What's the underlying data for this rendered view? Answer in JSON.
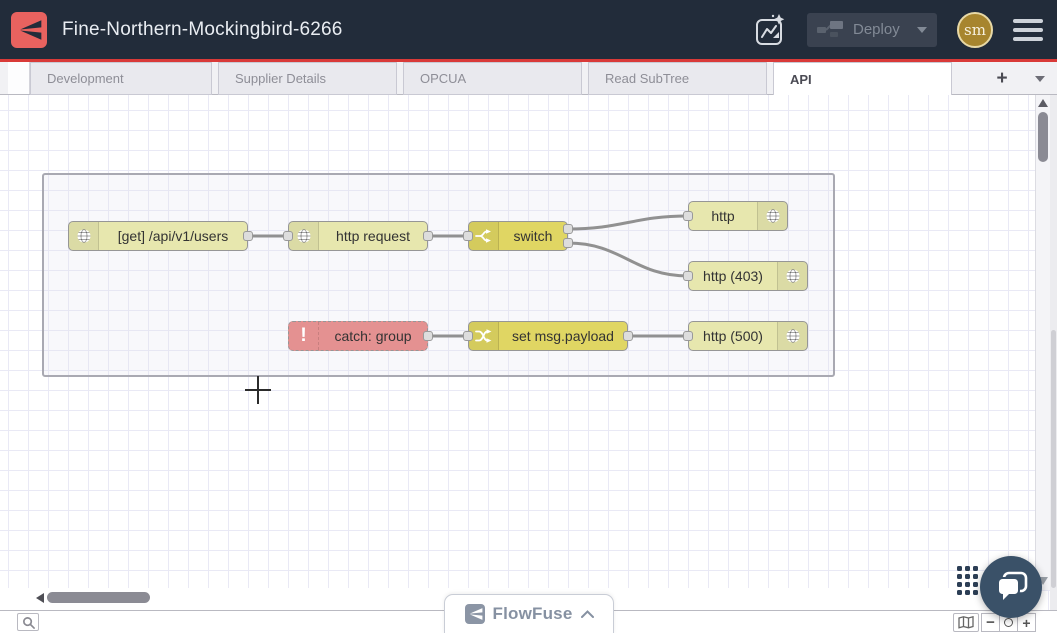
{
  "header": {
    "title": "Fine-Northern-Mockingbird-6266",
    "deploy_label": "Deploy",
    "avatar_initials": "sm"
  },
  "tabs": {
    "items": [
      {
        "label": "Development",
        "active": false
      },
      {
        "label": "Supplier Details",
        "active": false
      },
      {
        "label": "OPCUA",
        "active": false
      },
      {
        "label": "Read SubTree",
        "active": false
      },
      {
        "label": "API",
        "active": true
      }
    ],
    "add_label": "+"
  },
  "flow": {
    "nodes": [
      {
        "type": "http in",
        "label": "[get] /api/v1/users"
      },
      {
        "type": "http request",
        "label": "http request"
      },
      {
        "type": "switch",
        "label": "switch"
      },
      {
        "type": "http response",
        "label": "http"
      },
      {
        "type": "http response",
        "label": "http (403)"
      },
      {
        "type": "catch",
        "label": "catch: group"
      },
      {
        "type": "change",
        "label": "set msg.payload"
      },
      {
        "type": "http response",
        "label": "http (500)"
      }
    ]
  },
  "footer": {
    "brand": "FlowFuse"
  },
  "zoom_controls": {
    "zoom_out": "−",
    "zoom_in": "+"
  },
  "colors": {
    "header_bg": "#222c3a",
    "accent_red_line": "#d93a38",
    "logo_red": "#e8625f",
    "node_pale_yellow": "#e7e7ae",
    "node_yellow": "#e0d663",
    "node_catch_red": "#e49191",
    "wire_gray": "#919191",
    "chat_navy": "#3a5168",
    "avatar_gold": "#a7852e"
  }
}
